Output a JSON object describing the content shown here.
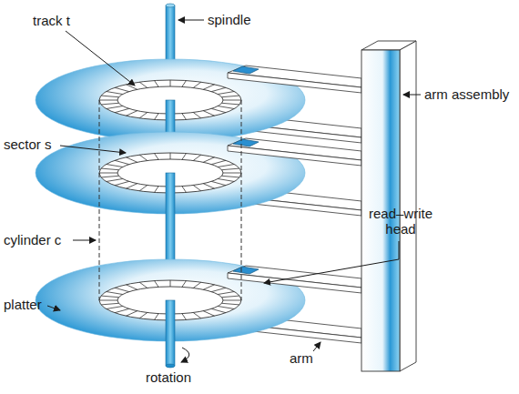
{
  "diagram": {
    "labels": [
      "track t",
      "spindle",
      "sector s",
      "cylinder c",
      "read–write head",
      "arm assembly",
      "platter",
      "arm",
      "rotation"
    ]
  }
}
